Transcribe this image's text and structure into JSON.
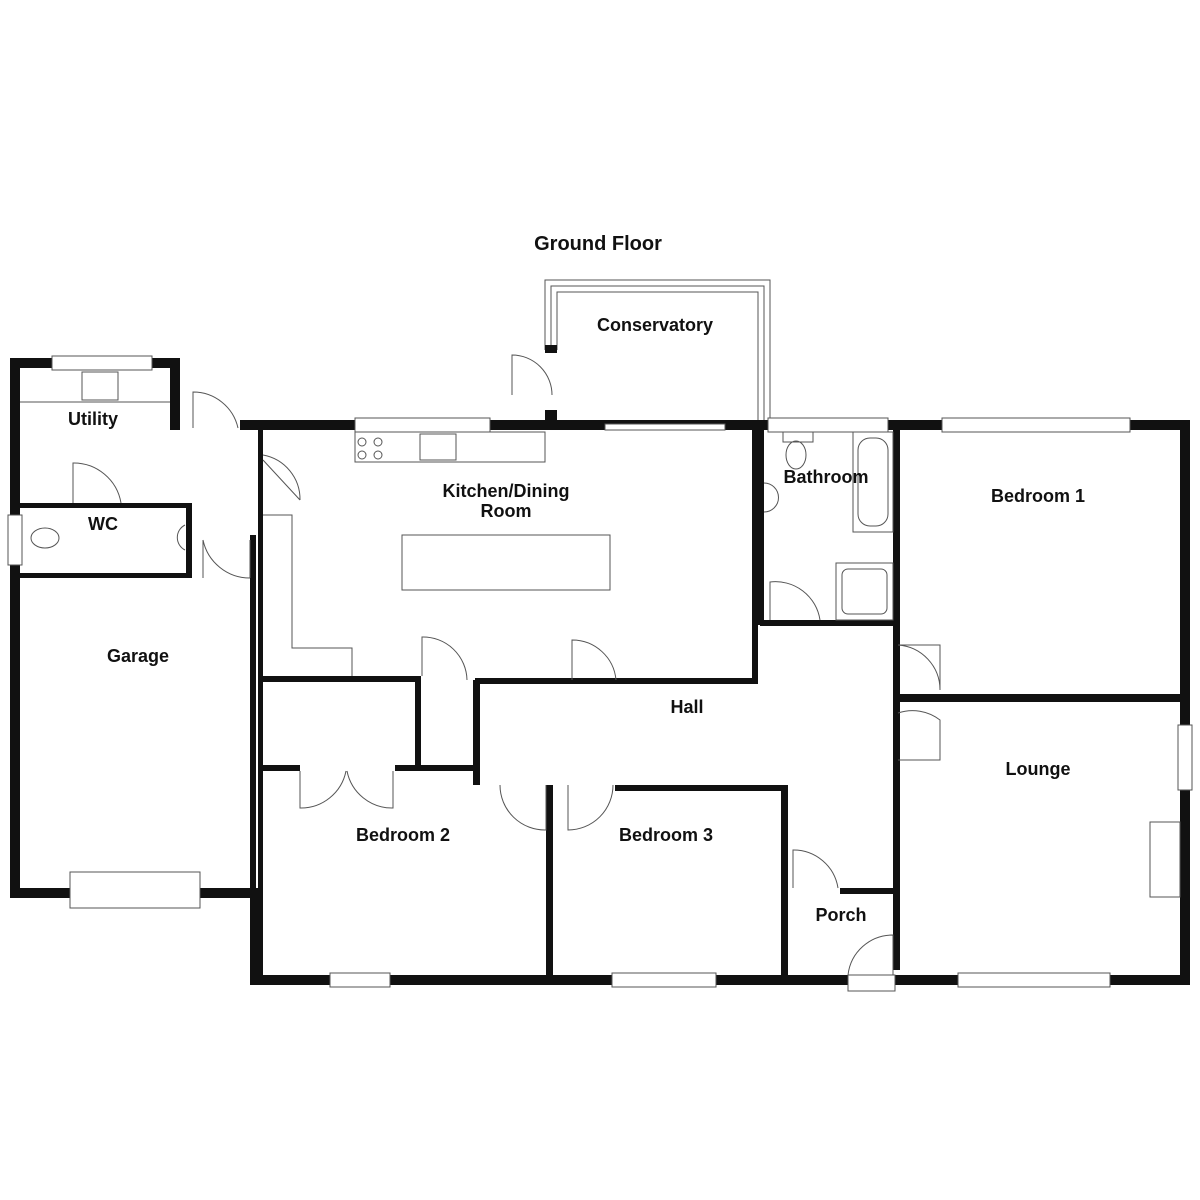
{
  "title": "Ground Floor",
  "rooms": {
    "conservatory": "Conservatory",
    "utility": "Utility",
    "wc": "WC",
    "garage": "Garage",
    "kitchen_line1": "Kitchen/Dining",
    "kitchen_line2": "Room",
    "bathroom": "Bathroom",
    "bedroom1": "Bedroom 1",
    "hall": "Hall",
    "lounge": "Lounge",
    "bedroom2": "Bedroom 2",
    "bedroom3": "Bedroom 3",
    "porch": "Porch"
  }
}
